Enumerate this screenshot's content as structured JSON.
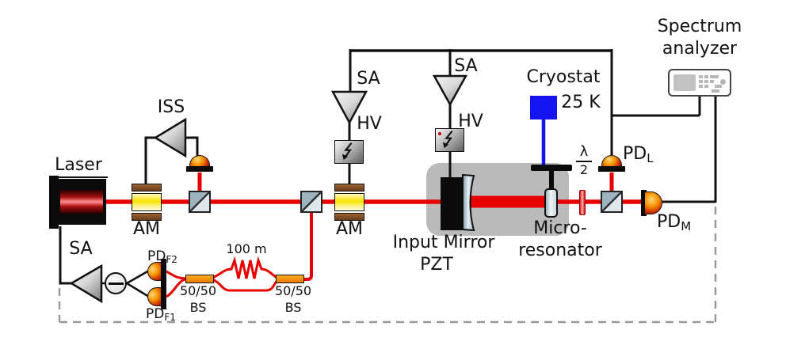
{
  "diagram": {
    "laser": {
      "label": "Laser"
    },
    "iss": {
      "label": "ISS"
    },
    "sa_laser": {
      "label": "SA"
    },
    "am1": {
      "label": "AM"
    },
    "am2": {
      "label": "AM"
    },
    "sa1": {
      "label": "SA"
    },
    "hv1": {
      "label": "HV"
    },
    "sa2": {
      "label": "SA"
    },
    "hv2": {
      "label": "HV"
    },
    "cryostat": {
      "label": "Cryostat",
      "temperature": "25 K"
    },
    "spectrum_analyzer": {
      "line1": "Spectrum",
      "line2": "analyzer"
    },
    "input_mirror": {
      "line1": "Input Mirror",
      "line2": "PZT"
    },
    "microresonator": {
      "line1": "Micro-",
      "line2": "resonator"
    },
    "waveplate": {
      "numerator": "λ",
      "denominator": "2"
    },
    "pd_l": {
      "name": "PD",
      "sub": "L"
    },
    "pd_m": {
      "name": "PD",
      "sub": "M"
    },
    "pd_f2": {
      "name": "PD",
      "sub": "F2"
    },
    "pd_f1": {
      "name": "PD",
      "sub": "F1"
    },
    "coupler1": {
      "line1": "50/50",
      "line2": "BS"
    },
    "coupler2": {
      "line1": "50/50",
      "line2": "BS"
    },
    "fiber_delay": {
      "label": "100 m"
    },
    "colors": {
      "beam_red": "#e80000",
      "cryostat_blue": "#1414f0",
      "chamber_gray": "#bababa",
      "coupler_orange": "#f08300",
      "modulator_yellow": "#f6e400",
      "electrode_brown": "#7b4a21",
      "wire_black": "#111111",
      "dashed_gray": "#999999"
    }
  }
}
